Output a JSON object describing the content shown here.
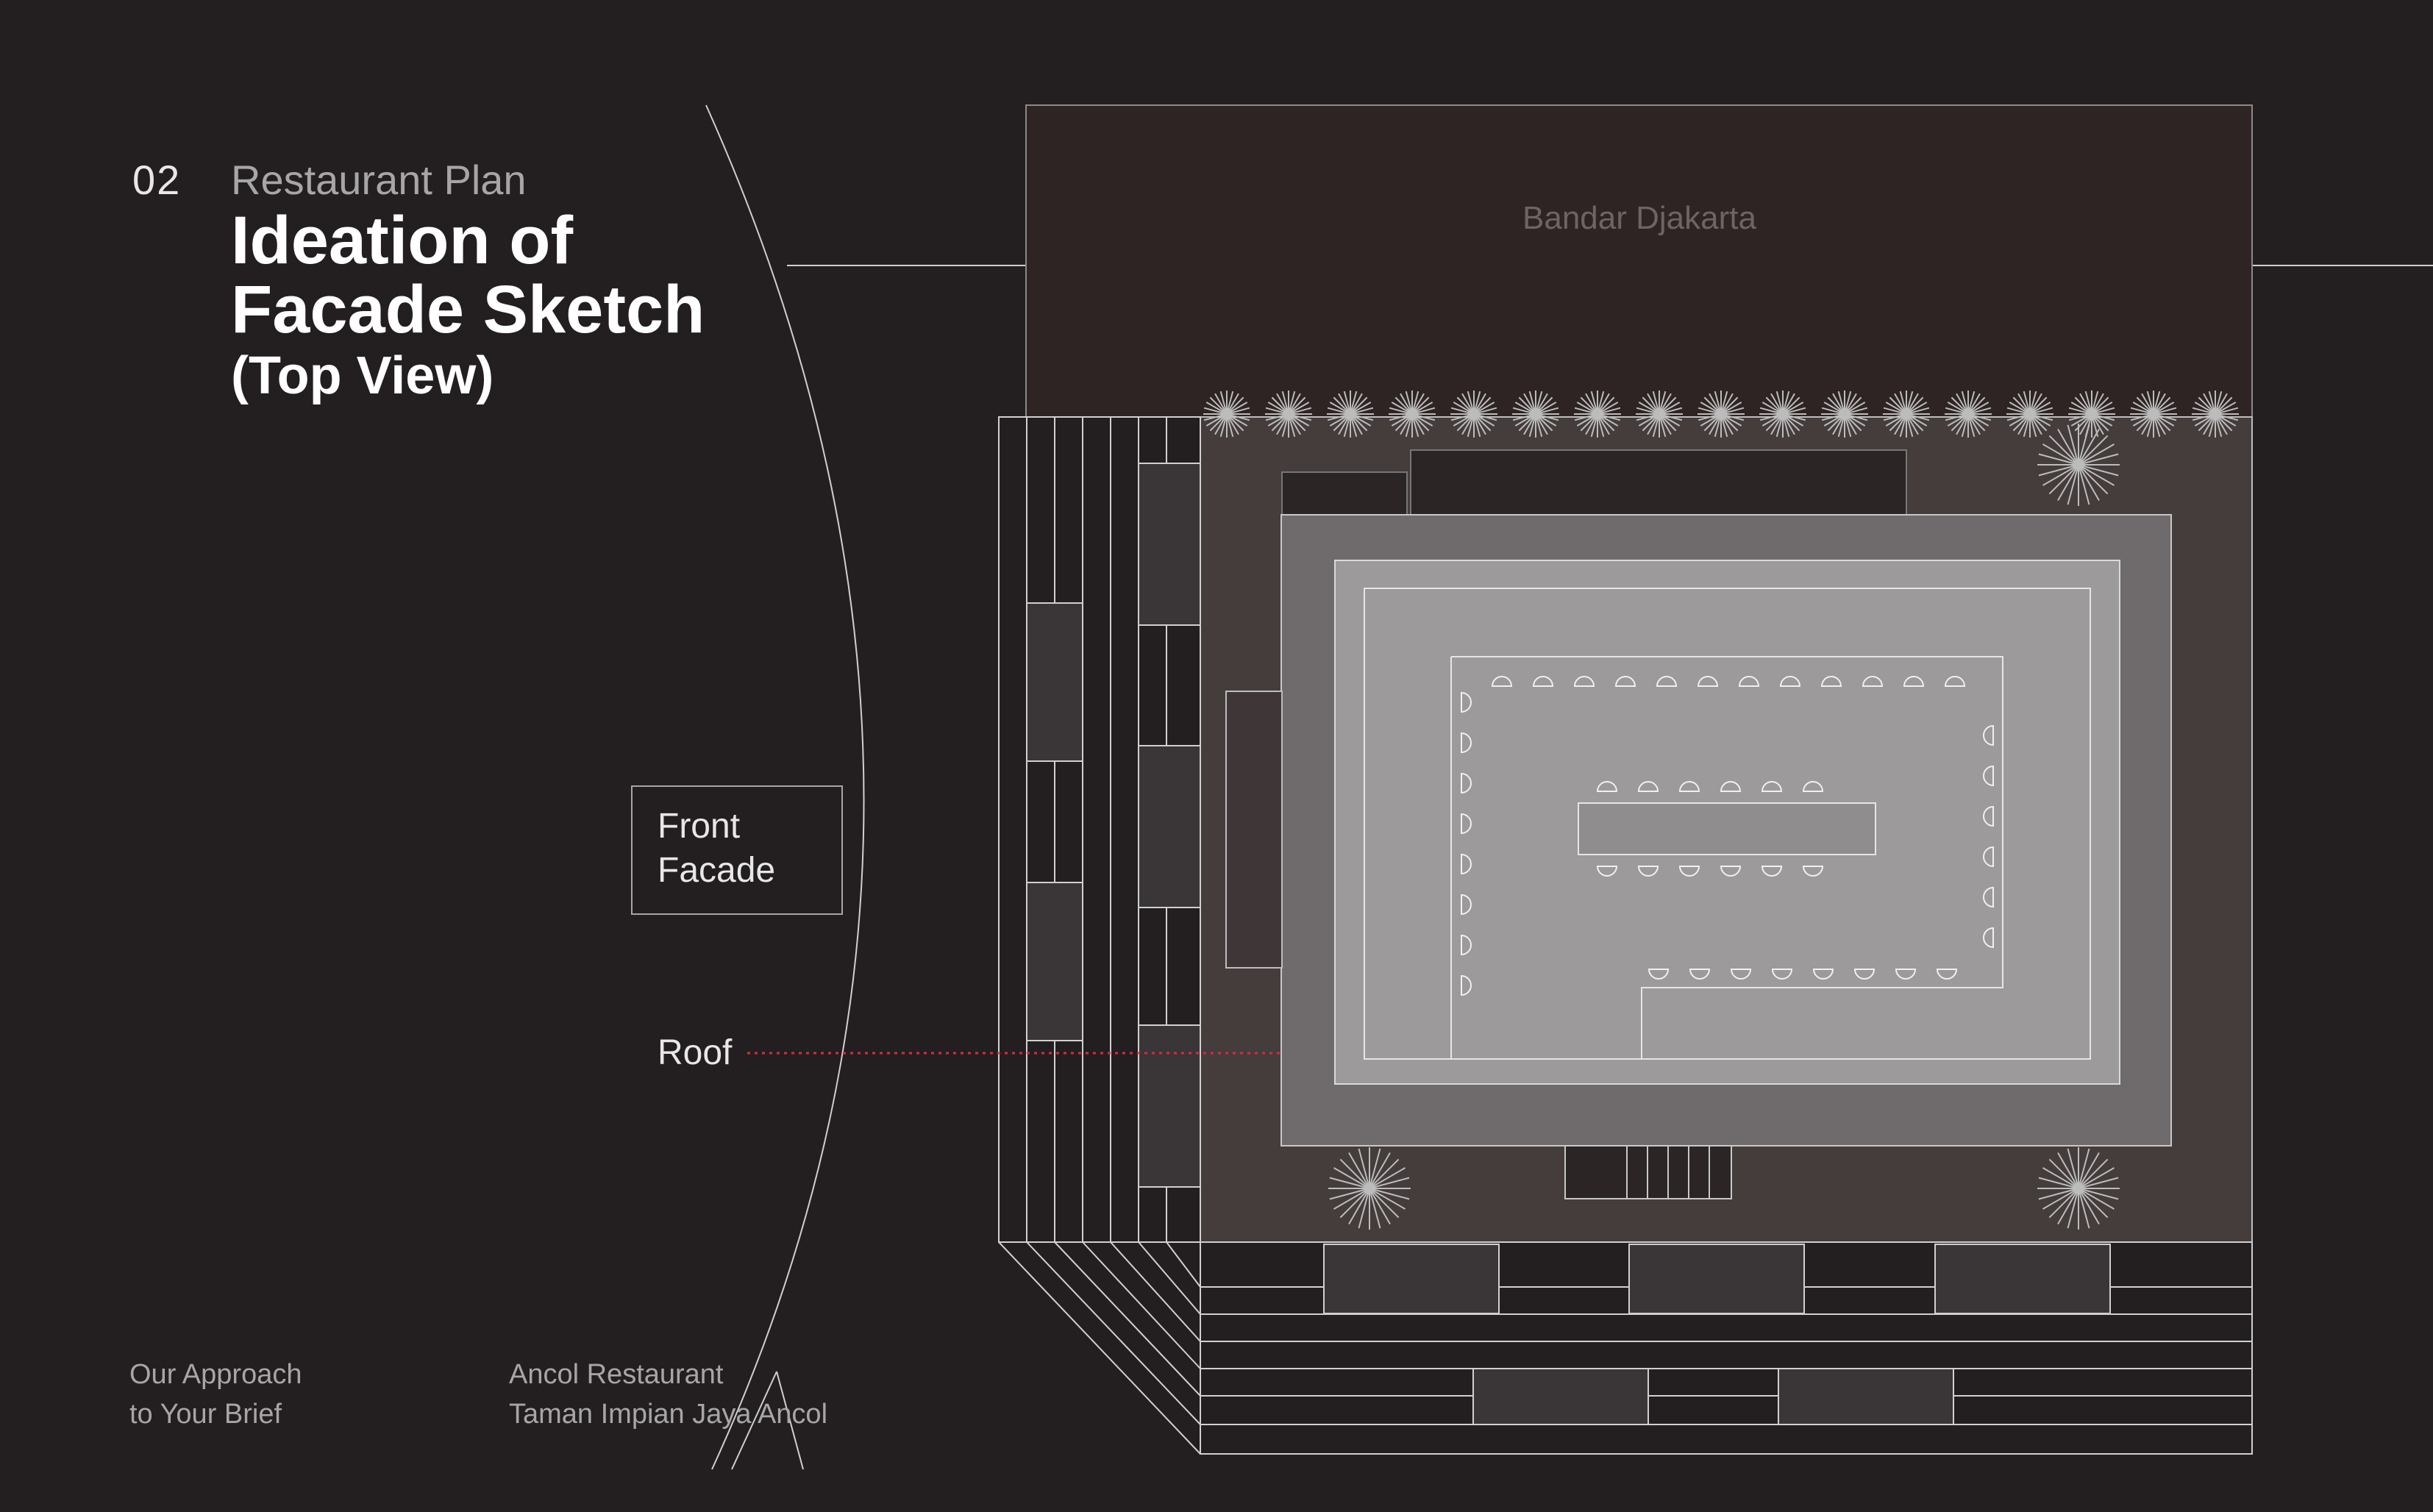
{
  "header": {
    "section_number": "02",
    "section_name": "Restaurant Plan",
    "title_line1": "Ideation of",
    "title_line2": "Facade Sketch",
    "subtitle": "(Top View)"
  },
  "labels": {
    "front_facade_line1": "Front",
    "front_facade_line2": "Facade",
    "roof": "Roof",
    "neighbour": "Bandar Djakarta"
  },
  "footer": {
    "left_line1": "Our Approach",
    "left_line2": "to Your Brief",
    "right_line1": "Ancol Restaurant",
    "right_line2": "Taman Impian Jaya Ancol"
  },
  "colors": {
    "background": "#231f20",
    "neighbour_block": "#2e2423",
    "site": "#453c3c",
    "roof_outer": "#6f6a6b",
    "roof_inner": "#9c9a9b",
    "line": "#ffffff",
    "roof_callout": "#e0283a"
  }
}
